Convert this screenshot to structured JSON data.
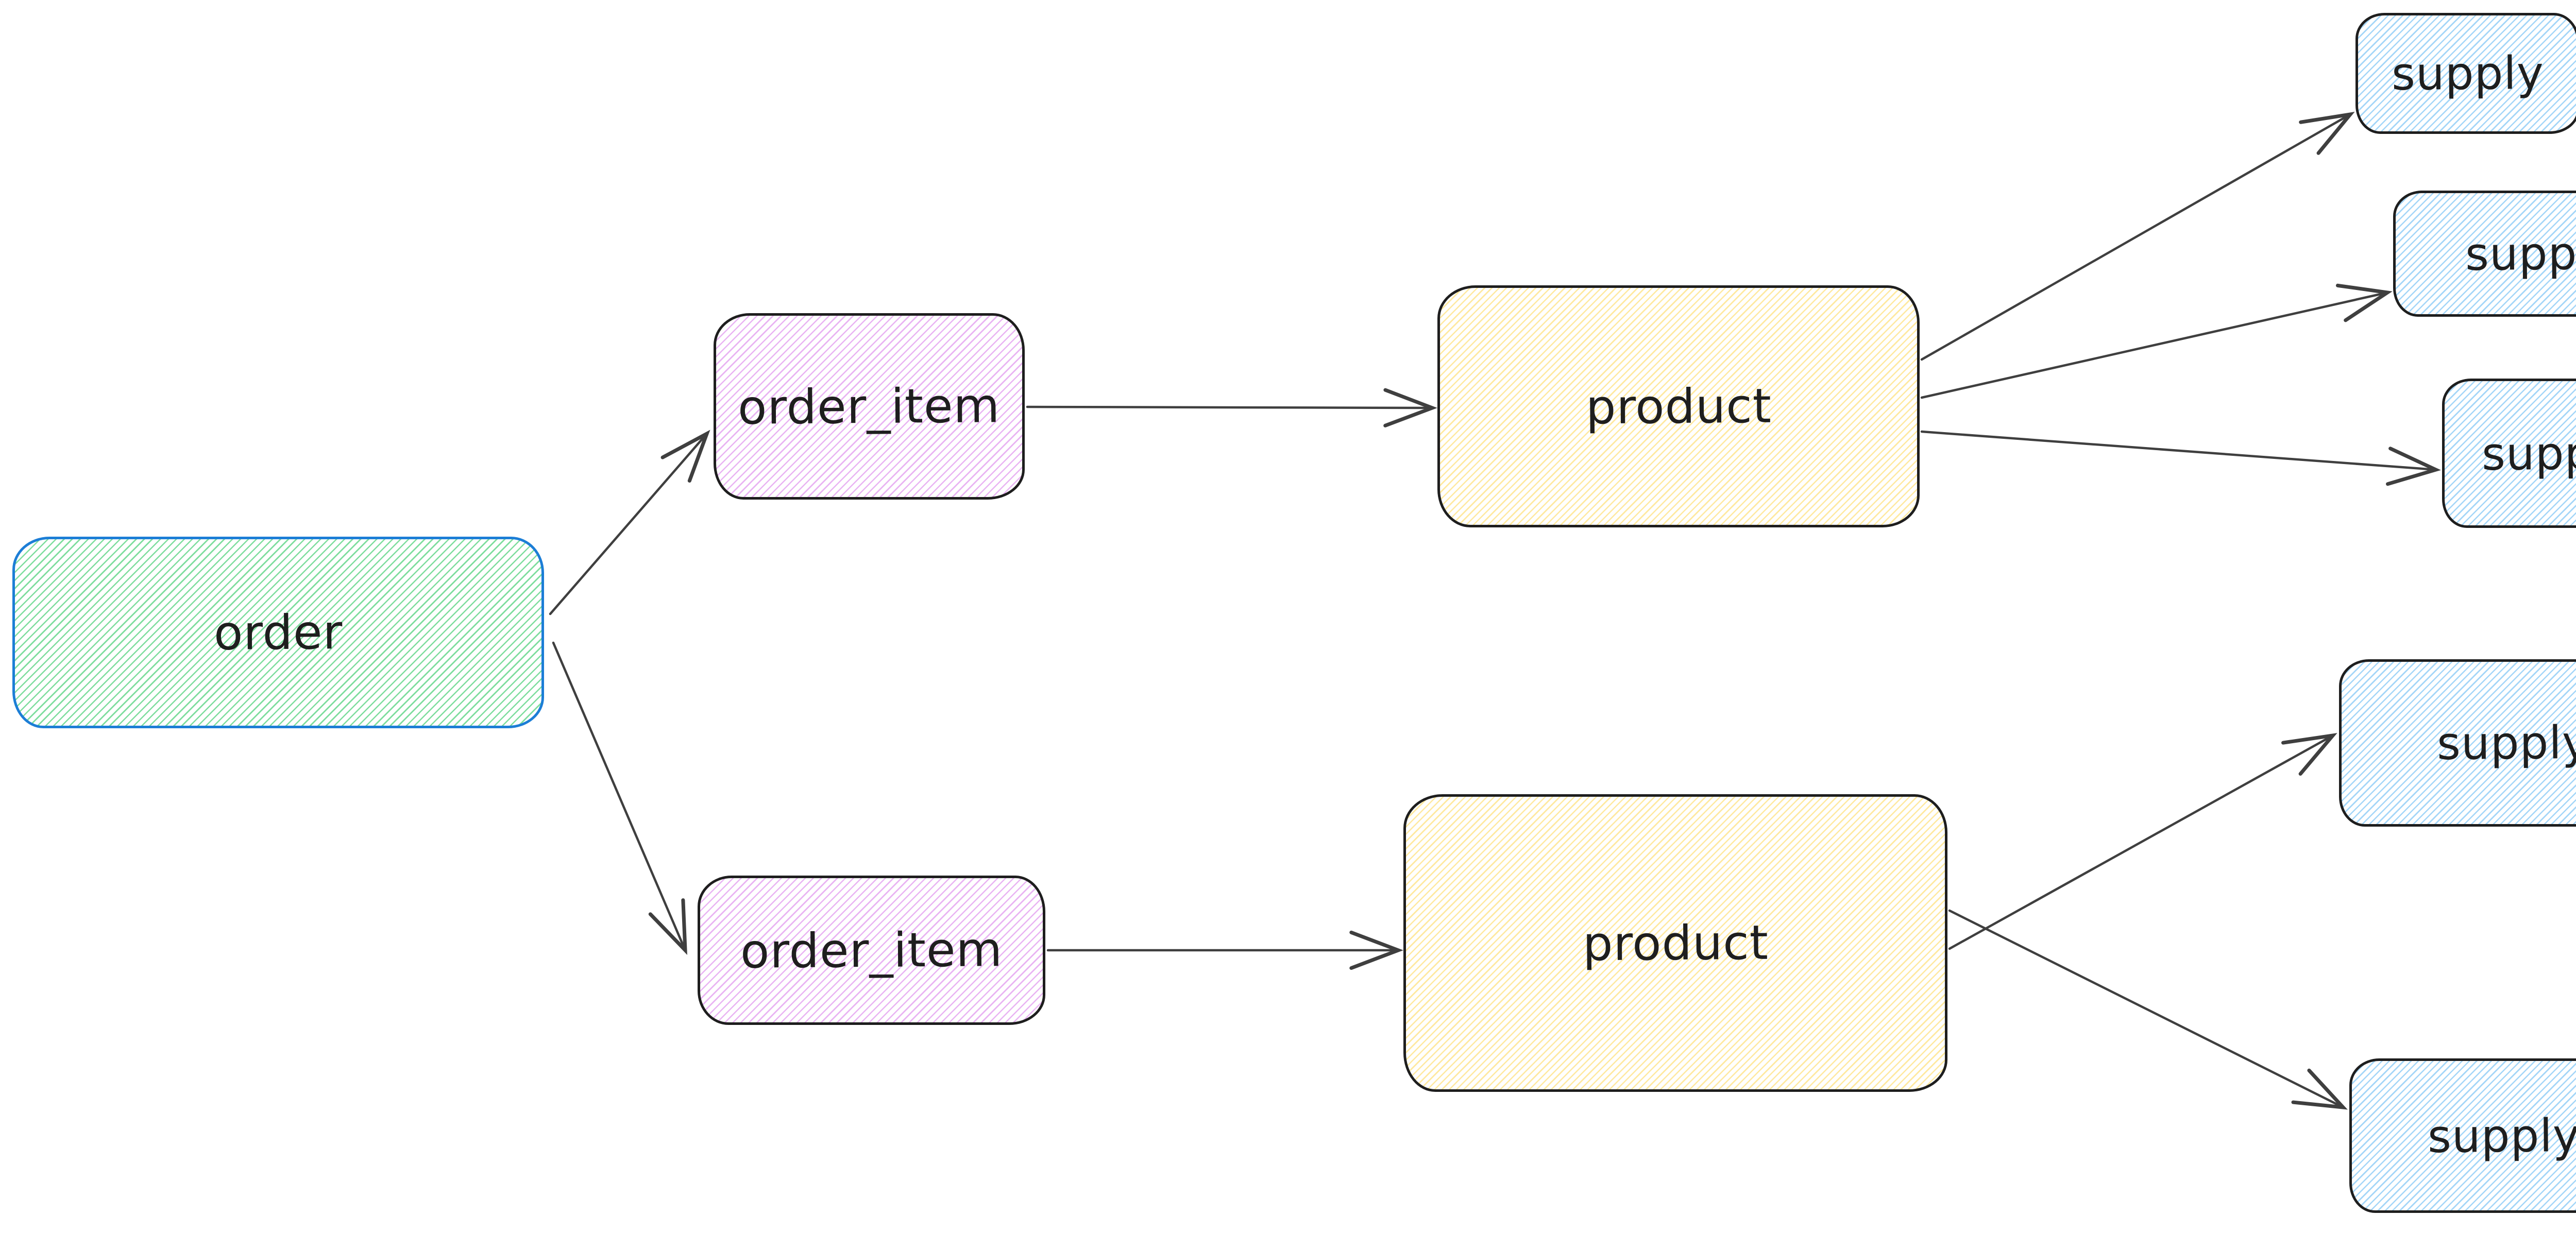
{
  "diagram": {
    "style": "hand-drawn-sketch",
    "background_color": "#ffffff",
    "edge_color": "#3f3f3f",
    "text_color": "#1e1e1e",
    "nodes": {
      "order": {
        "label": "order",
        "stroke": "#1c7ed6",
        "hatch_color": "#7edd9e",
        "fill_style": "hachure"
      },
      "order_item_1": {
        "label": "order_item",
        "stroke": "#1e1e1e",
        "hatch_color": "#e9b4f3",
        "fill_style": "hachure"
      },
      "order_item_2": {
        "label": "order_item",
        "stroke": "#1e1e1e",
        "hatch_color": "#e9b4f3",
        "fill_style": "hachure"
      },
      "product_1": {
        "label": "product",
        "stroke": "#1e1e1e",
        "hatch_color": "#ffe9a0",
        "fill_style": "hachure"
      },
      "product_2": {
        "label": "product",
        "stroke": "#1e1e1e",
        "hatch_color": "#ffe9a0",
        "fill_style": "hachure"
      },
      "supply_1": {
        "label": "supply",
        "stroke": "#1e1e1e",
        "hatch_color": "#a4d6f8",
        "fill_style": "hachure"
      },
      "supply_2": {
        "label": "supply",
        "stroke": "#1e1e1e",
        "hatch_color": "#a4d6f8",
        "fill_style": "hachure"
      },
      "supply_3": {
        "label": "supply",
        "stroke": "#1e1e1e",
        "hatch_color": "#a4d6f8",
        "fill_style": "hachure"
      },
      "supply_4": {
        "label": "supply",
        "stroke": "#1e1e1e",
        "hatch_color": "#a4d6f8",
        "fill_style": "hachure"
      },
      "supply_5": {
        "label": "supply",
        "stroke": "#1e1e1e",
        "hatch_color": "#a4d6f8",
        "fill_style": "hachure"
      }
    },
    "edges": [
      {
        "from": "order",
        "to": "order_item_1",
        "arrowhead": "open"
      },
      {
        "from": "order",
        "to": "order_item_2",
        "arrowhead": "open"
      },
      {
        "from": "order_item_1",
        "to": "product_1",
        "arrowhead": "open"
      },
      {
        "from": "order_item_2",
        "to": "product_2",
        "arrowhead": "open"
      },
      {
        "from": "product_1",
        "to": "supply_1",
        "arrowhead": "open"
      },
      {
        "from": "product_1",
        "to": "supply_2",
        "arrowhead": "open"
      },
      {
        "from": "product_1",
        "to": "supply_3",
        "arrowhead": "open"
      },
      {
        "from": "product_2",
        "to": "supply_4",
        "arrowhead": "open"
      },
      {
        "from": "product_2",
        "to": "supply_5",
        "arrowhead": "open"
      }
    ]
  }
}
